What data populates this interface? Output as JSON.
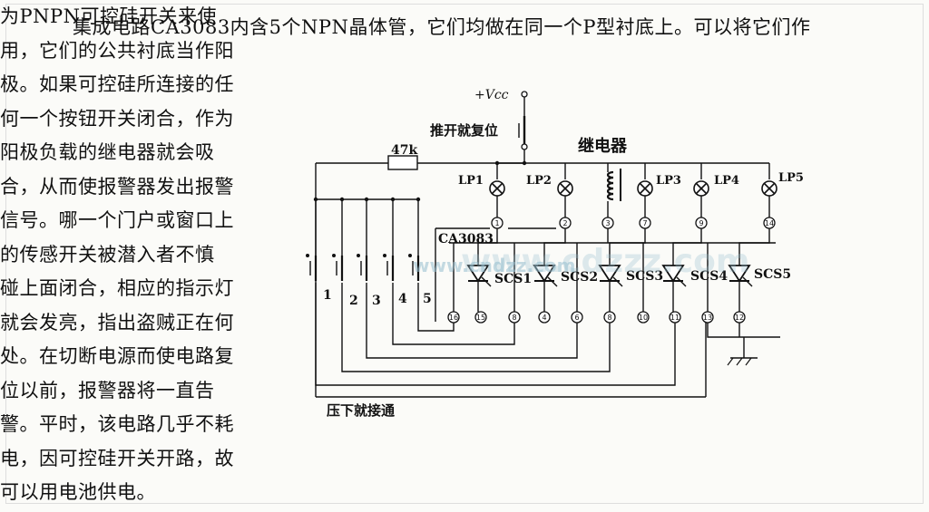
{
  "text": {
    "lines": [
      "集成电路CA3083内含5个NPN晶体管，它们均做在同一个P型衬底上。可以将它们作",
      "为PNPN可控硅开关来使",
      "用，它们的公共衬底当作阳",
      "极。如果可控硅所连接的任",
      "何一个按钮开关闭合，作为",
      "阳极负载的继电器就会吸",
      "合，从而使报警器发出报警",
      "信号。哪一个门户或窗口上",
      "的传感开关被潜入者不慎",
      "碰上面闭合，相应的指示灯",
      "就会发亮，指出盗贼正在何",
      "处。在切断电源而使电路复",
      "位以前，报警器将一直告",
      "警。平时，该电路几乎不耗",
      "电，因可控硅开关开路，故",
      "可以用电池供电。"
    ]
  },
  "diagram": {
    "vcc": "+Vcc",
    "reset_switch": "推开就复位",
    "relay": "继电器",
    "resistor": "47k",
    "ic": "CA3083",
    "press_switch": "压下就接通",
    "lamps": [
      "LP1",
      "LP2",
      "LP3",
      "LP4",
      "LP5"
    ],
    "scs": [
      "SCS1",
      "SCS2",
      "SCS3",
      "SCS4",
      "SCS5"
    ],
    "switches": [
      "1",
      "2",
      "3",
      "4",
      "5"
    ],
    "top_pins": [
      "1",
      "2",
      "3",
      "7",
      "9",
      "14"
    ],
    "bottom_pins": [
      "16",
      "15",
      "8",
      "4",
      "6",
      "8",
      "10",
      "11",
      "13",
      "12"
    ]
  },
  "watermarks": [
    "www.cndzz.com",
    "www.cdzzz.com"
  ]
}
